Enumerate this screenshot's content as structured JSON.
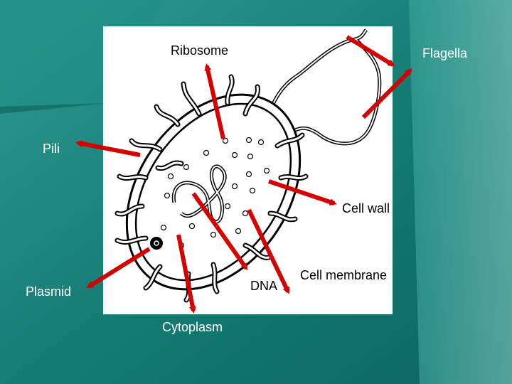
{
  "labels": {
    "ribosome": "Ribosome",
    "flagella": "Flagella",
    "pili": "Pili",
    "cell_wall": "Cell wall",
    "dna": "DNA",
    "cell_membrane": "Cell membrane",
    "plasmid": "Plasmid",
    "cytoplasm": "Cytoplasm"
  },
  "colors": {
    "arrow": "#d50000",
    "label_on_dark": "#ffffff",
    "label_on_white": "#000000",
    "background_dark": "#0f6d66",
    "background_light": "#4fb3ad"
  }
}
